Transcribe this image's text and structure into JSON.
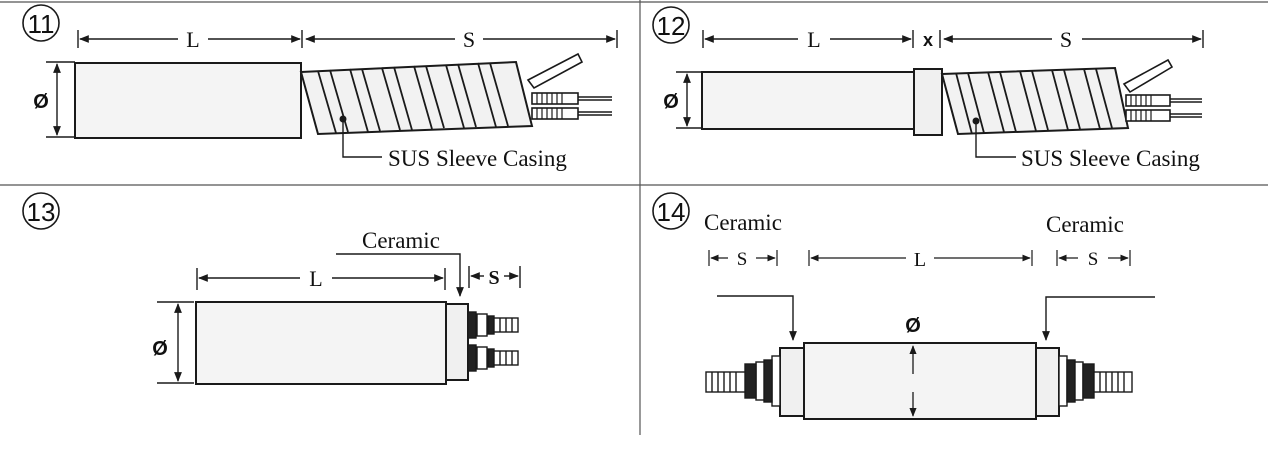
{
  "colors": {
    "ink": "#1a1a1a",
    "paper": "#ffffff",
    "body": "#f4f4f4",
    "divider": "#555555"
  },
  "panels": [
    {
      "number": "11",
      "dims": {
        "L": "L",
        "S": "S",
        "D": "Ø"
      },
      "callout": "SUS Sleeve Casing"
    },
    {
      "number": "12",
      "dims": {
        "L": "L",
        "X": "x",
        "S": "S",
        "D": "Ø"
      },
      "callout": "SUS Sleeve Casing"
    },
    {
      "number": "13",
      "dims": {
        "L": "L",
        "S": "S",
        "D": "Ø"
      },
      "callout": "Ceramic"
    },
    {
      "number": "14",
      "dims": {
        "S_left": "S",
        "L": "L",
        "S_right": "S",
        "D": "Ø"
      },
      "callout_left": "Ceramic",
      "callout_right": "Ceramic"
    }
  ]
}
